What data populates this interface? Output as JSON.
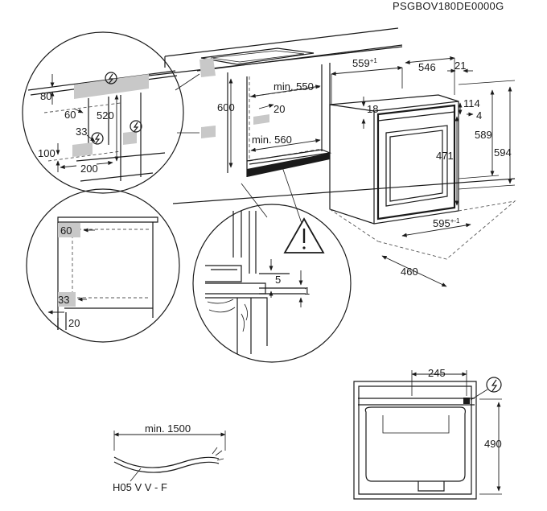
{
  "header": {
    "model_code": "PSGBOV180DE0000G"
  },
  "labels": {
    "d559": "559",
    "d559_tol": "+1",
    "d546": "546",
    "d21": "21",
    "dmin550": "min. 550",
    "d20_top": "20",
    "dmin560": "min. 560",
    "d600": "600",
    "d18": "18",
    "d114": "114",
    "d4": "4",
    "d471": "471",
    "d589": "589",
    "d594": "594",
    "d595": "595",
    "d595_tol": "+-1",
    "d460": "460",
    "d80": "80",
    "d60_circ": "60",
    "d520": "520",
    "d33_circ": "33",
    "d100": "100",
    "d200": "200",
    "d60_detail": "60",
    "d33_detail": "33",
    "d20_detail": "20",
    "d5": "5",
    "d1": "1",
    "d245": "245",
    "d490": "490",
    "cable_len": "min. 1500",
    "cable_type": "H05 V V - F"
  },
  "icons": {
    "plug": "electric-connection-icon",
    "warning": "warning-triangle-icon"
  }
}
